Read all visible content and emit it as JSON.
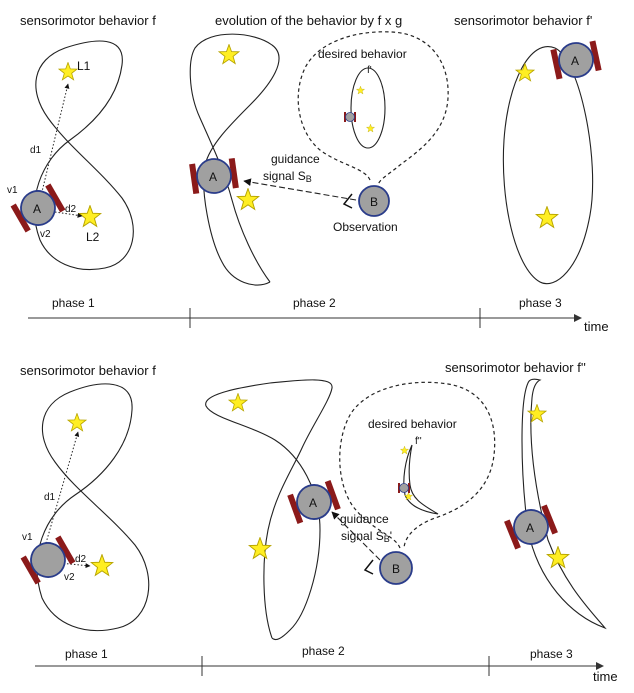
{
  "colors": {
    "robot_fill": "#a0a0a0",
    "robot_outline": "#2a3c8a",
    "wheel": "#8b1a1a",
    "star_fill": "#ffee22",
    "star_outline": "#b7a400",
    "line": "#222222"
  },
  "top": {
    "title_phase1": "sensorimotor behavior f",
    "title_phase2": "evolution of the behavior by f x g",
    "title_phase3": "sensorimotor behavior f'",
    "label_L1": "L1",
    "label_L2": "L2",
    "label_d1": "d1",
    "label_d2": "d2",
    "label_v1": "v1",
    "label_v2": "v2",
    "robot_A": "A",
    "robot_B": "B",
    "desired_behavior": "desired behavior",
    "desired_f": "f'",
    "guidance_line1": "guidance",
    "guidance_line2": "signal S",
    "guidance_sub": "B",
    "observation": "Observation",
    "phase1": "phase 1",
    "phase2": "phase 2",
    "phase3": "phase 3",
    "time": "time"
  },
  "bottom": {
    "title_phase1": "sensorimotor behavior f",
    "title_phase3": "sensorimotor behavior f''",
    "label_d1": "d1",
    "label_d2": "d2",
    "label_v1": "v1",
    "label_v2": "v2",
    "robot_A": "A",
    "robot_B": "B",
    "desired_behavior": "desired behavior",
    "desired_f": "f''",
    "guidance_line1": "guidance",
    "guidance_line2": "signal S",
    "guidance_sub": "B",
    "guidance_suffix": "'",
    "phase1": "phase 1",
    "phase2": "phase 2",
    "phase3": "phase 3",
    "time": "time"
  }
}
